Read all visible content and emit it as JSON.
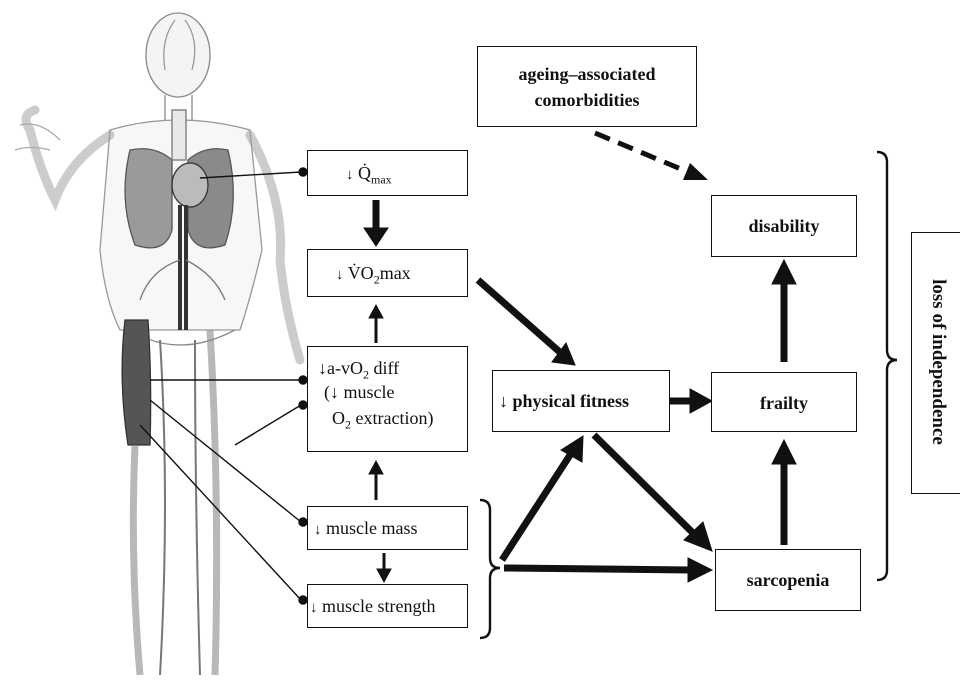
{
  "boxes": {
    "comorbidities_line1": "ageing–associated",
    "comorbidities_line2": "comorbidities",
    "qmax_symbol": "Q̇",
    "qmax_sub": "max",
    "vo2_prefix": "V̇O",
    "vo2_sub": "2",
    "vo2_suffix": "max",
    "avo2_line1_a": "a-vO",
    "avo2_line1_sub": "2",
    "avo2_line1_b": " diff",
    "avo2_line2_a": "(",
    "avo2_line2_b": " muscle",
    "avo2_line3_a": "O",
    "avo2_line3_sub": "2",
    "avo2_line3_b": " extraction)",
    "muscle_mass": "muscle mass",
    "muscle_strength": "muscle strength",
    "physical_fitness": "physical fitness",
    "frailty": "frailty",
    "disability": "disability",
    "sarcopenia": "sarcopenia",
    "loss_of_independence": "loss of independence"
  },
  "decrease_symbol": "↓",
  "decrease_symbol_hollow": "↓",
  "illustration": "human-circulatory-system"
}
